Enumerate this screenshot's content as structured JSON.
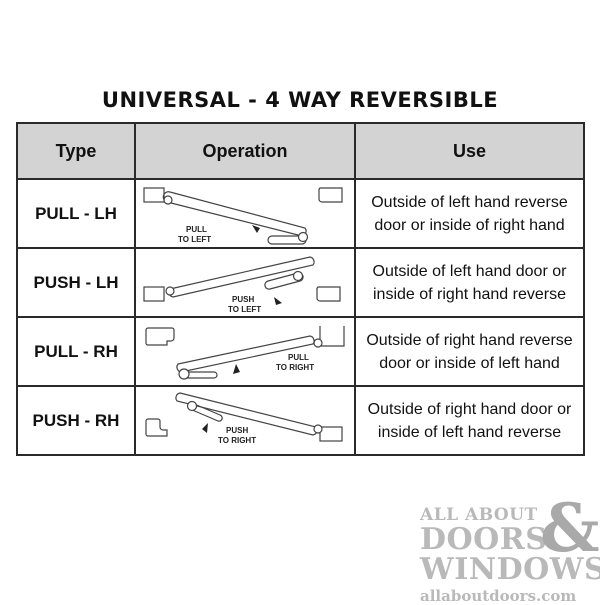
{
  "title": "UNIVERSAL - 4 WAY REVERSIBLE",
  "table": {
    "headers": [
      "Type",
      "Operation",
      "Use"
    ],
    "rows": [
      {
        "type": "PULL - LH",
        "operation_label_1": "PULL",
        "operation_label_2": "TO LEFT",
        "use": "Outside of left hand reverse door or inside of right hand"
      },
      {
        "type": "PUSH - LH",
        "operation_label_1": "PUSH",
        "operation_label_2": "TO LEFT",
        "use": "Outside of left hand door or inside of right hand reverse"
      },
      {
        "type": "PULL - RH",
        "operation_label_1": "PULL",
        "operation_label_2": "TO RIGHT",
        "use": "Outside of right hand reverse door or inside of left hand"
      },
      {
        "type": "PUSH - RH",
        "operation_label_1": "PUSH",
        "operation_label_2": "TO RIGHT",
        "use": "Outside of right hand door or inside of left hand reverse"
      }
    ]
  },
  "logo": {
    "line1": "ALL ABOUT",
    "line2": "DOORS",
    "ampersand": "&",
    "line3": "WINDOWS",
    "url": "allaboutdoors.com"
  }
}
